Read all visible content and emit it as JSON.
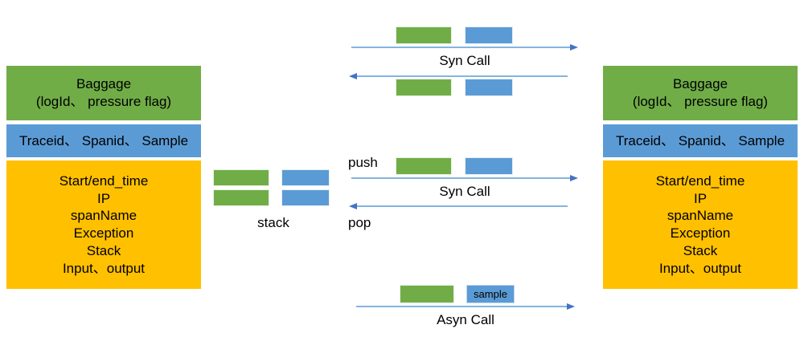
{
  "diagram": {
    "title": "Distributed tracing context propagation diagram",
    "colors": {
      "green": "#70AD47",
      "blue": "#5B9BD5",
      "orange": "#FFC000",
      "arrow": "#5B9BD5",
      "text": "#000000",
      "background": "#FFFFFF"
    }
  },
  "left_context": {
    "baggage": "Baggage\n(logId、 pressure flag)",
    "ids": "Traceid、 Spanid、 Sample",
    "span_fields": "Start/end_time\nIP\nspanName\nException\nStack\nInput、output"
  },
  "right_context": {
    "baggage": "Baggage\n(logId、 pressure flag)",
    "ids": "Traceid、 Spanid、 Sample",
    "span_fields": "Start/end_time\nIP\nspanName\nException\nStack\nInput、output"
  },
  "stack": {
    "label": "stack",
    "rows": [
      {
        "green": "span-frame",
        "blue": "span-frame"
      },
      {
        "green": "span-frame",
        "blue": "span-frame"
      }
    ]
  },
  "flows": [
    {
      "id": "syn-call-top",
      "label": "Syn Call",
      "request_bars": [
        {
          "color": "green",
          "text": ""
        },
        {
          "color": "blue",
          "text": ""
        }
      ],
      "response_bars": [
        {
          "color": "green",
          "text": ""
        },
        {
          "color": "blue",
          "text": ""
        }
      ],
      "directions": [
        "right",
        "left"
      ]
    },
    {
      "id": "syn-call-middle",
      "label": "Syn Call",
      "push_label": "push",
      "pop_label": "pop",
      "request_bars": [
        {
          "color": "green",
          "text": ""
        },
        {
          "color": "blue",
          "text": ""
        }
      ],
      "directions": [
        "right",
        "left"
      ]
    },
    {
      "id": "asyn-call",
      "label": "Asyn Call",
      "request_bars": [
        {
          "color": "green",
          "text": ""
        },
        {
          "color": "blue",
          "text": "sample"
        }
      ],
      "directions": [
        "right"
      ]
    }
  ]
}
